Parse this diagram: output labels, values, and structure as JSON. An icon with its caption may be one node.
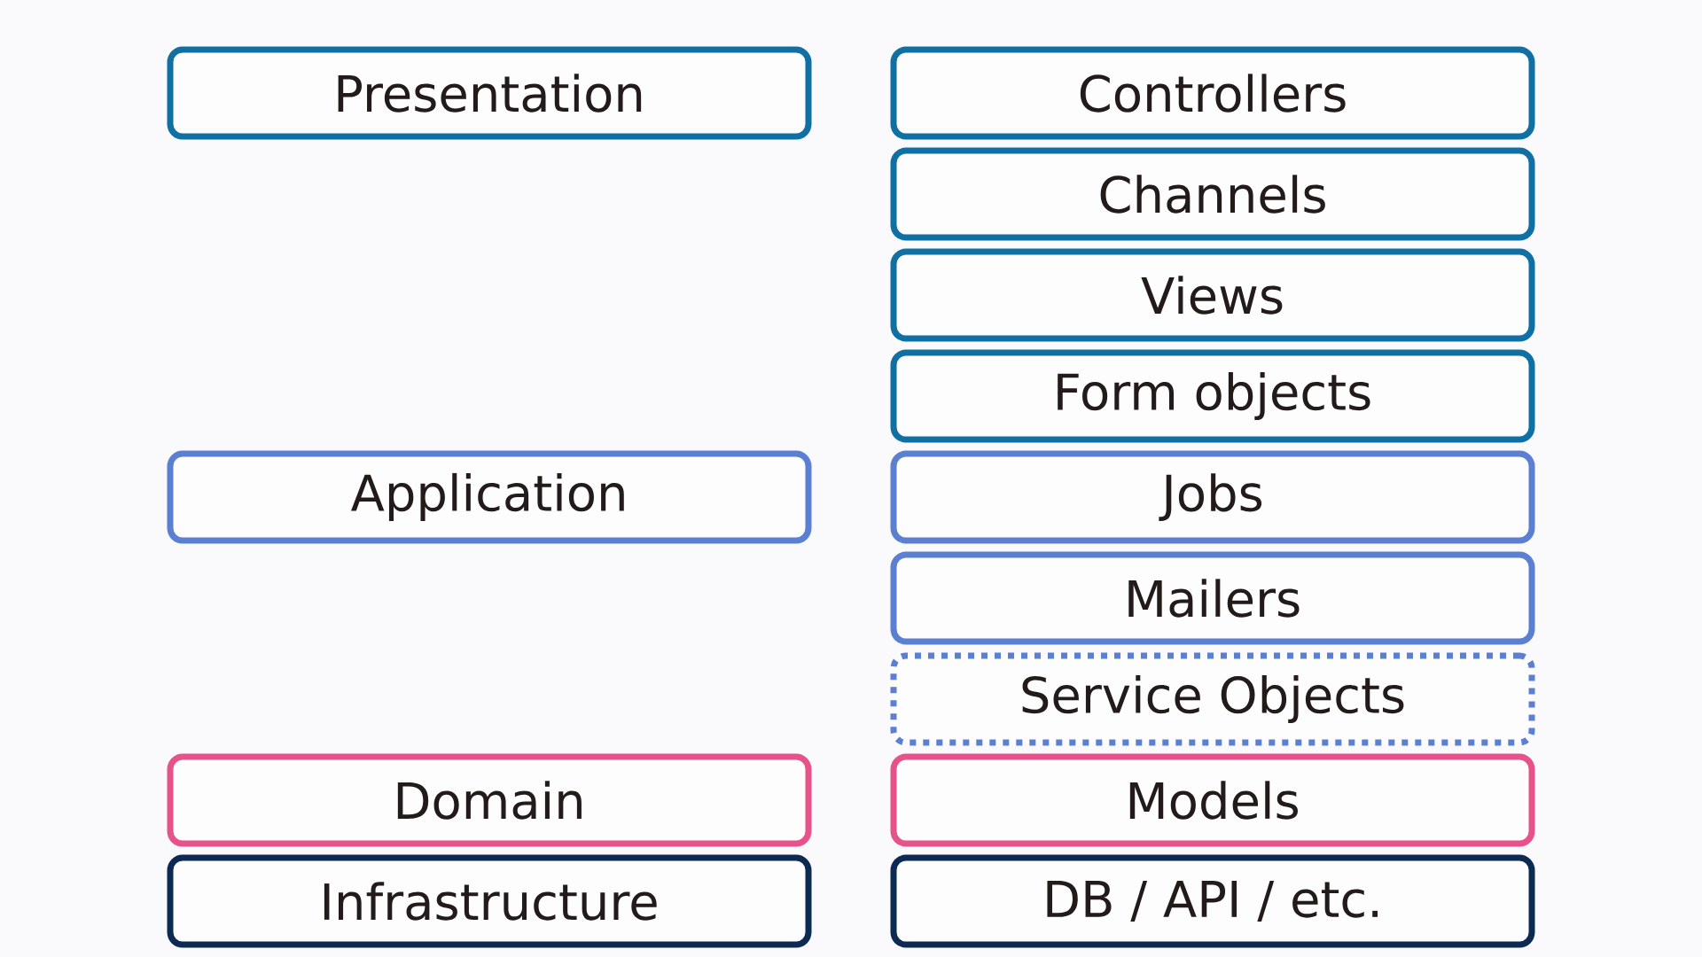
{
  "diagram": {
    "nodes": [
      {
        "text": [
          "Presentation"
        ]
      },
      {
        "text": [
          "Controllers"
        ]
      },
      {
        "text": [
          "Channels"
        ]
      },
      {
        "text": [
          "Views"
        ]
      },
      {
        "text": [
          "Form objects"
        ]
      },
      {
        "text": [
          "Application"
        ]
      },
      {
        "text": [
          "Jobs"
        ]
      },
      {
        "text": [
          "Mailers"
        ]
      },
      {
        "text": [
          "Service Objects"
        ]
      },
      {
        "text": [
          "Domain"
        ]
      },
      {
        "text": [
          "Models"
        ]
      },
      {
        "text": [
          "Infrastructure"
        ]
      },
      {
        "text": [
          "DB / API / etc."
        ]
      }
    ]
  }
}
